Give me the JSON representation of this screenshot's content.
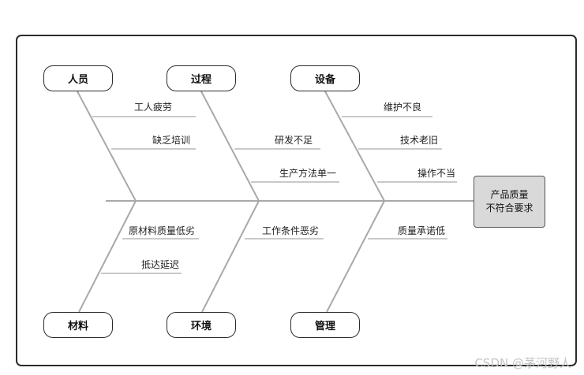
{
  "effect": {
    "line1": "产品质量",
    "line2": "不符合要求"
  },
  "categories": {
    "people": "人员",
    "process": "过程",
    "equipment": "设备",
    "material": "材料",
    "environment": "环境",
    "management": "管理"
  },
  "causes": {
    "people": [
      "工人疲劳",
      "缺乏培训"
    ],
    "process": [
      "研发不足",
      "生产方法单一"
    ],
    "equipment": [
      "维护不良",
      "技术老旧",
      "操作不当"
    ],
    "material": [
      "原材料质量低劣",
      "抵达延迟"
    ],
    "environment": [
      "工作条件恶劣"
    ],
    "management": [
      "质量承诺低"
    ]
  },
  "watermark": "CSDN @茅河野人"
}
